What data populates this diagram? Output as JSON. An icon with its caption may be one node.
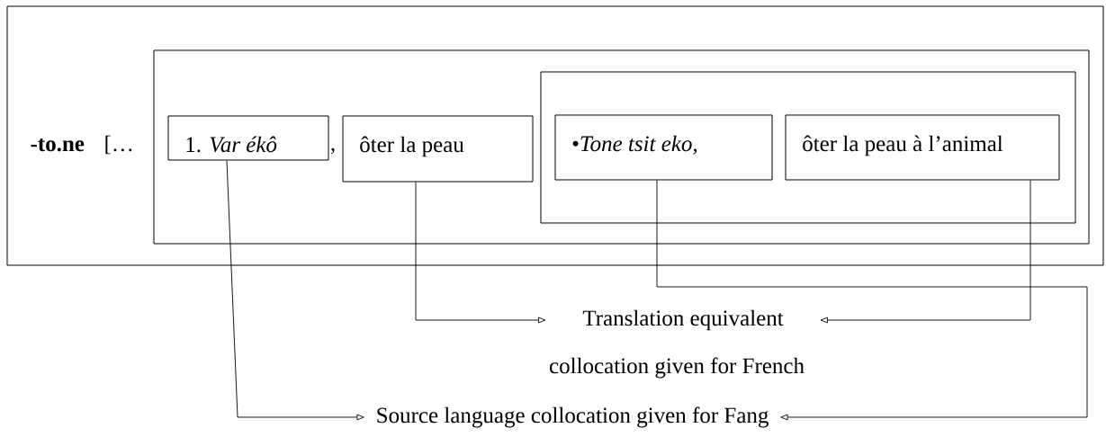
{
  "diagram": {
    "nodes": [
      {
        "text": [
          "-to.ne",
          "[…"
        ]
      },
      {
        "text": [],
        "shape": "box",
        "in": 0
      },
      {
        "text": [
          "1. *Var ékô*"
        ],
        "in": 1
      },
      {
        "text": [
          "ôter la peau"
        ],
        "in": 1
      },
      {
        "text": [],
        "shape": "box",
        "in": 1
      },
      {
        "text": [
          "•*Tone tsit eko,*"
        ],
        "in": 4
      },
      {
        "text": [
          "ôter la peau à l’animal"
        ],
        "in": 4
      },
      {
        "text": [
          "Translation equivalent"
        ]
      },
      {
        "text": [
          "Source language collocation given for Fang"
        ]
      }
    ],
    "edges": [
      {
        "from": 2,
        "to": 8,
        "arrow": "to"
      },
      {
        "from": 3,
        "to": 7,
        "arrow": "to"
      },
      {
        "from": 5,
        "to": 8,
        "arrow": "to"
      },
      {
        "from": 6,
        "to": 7,
        "arrow": "to"
      }
    ],
    "labels": [
      ",",
      "collocation given for French"
    ]
  }
}
